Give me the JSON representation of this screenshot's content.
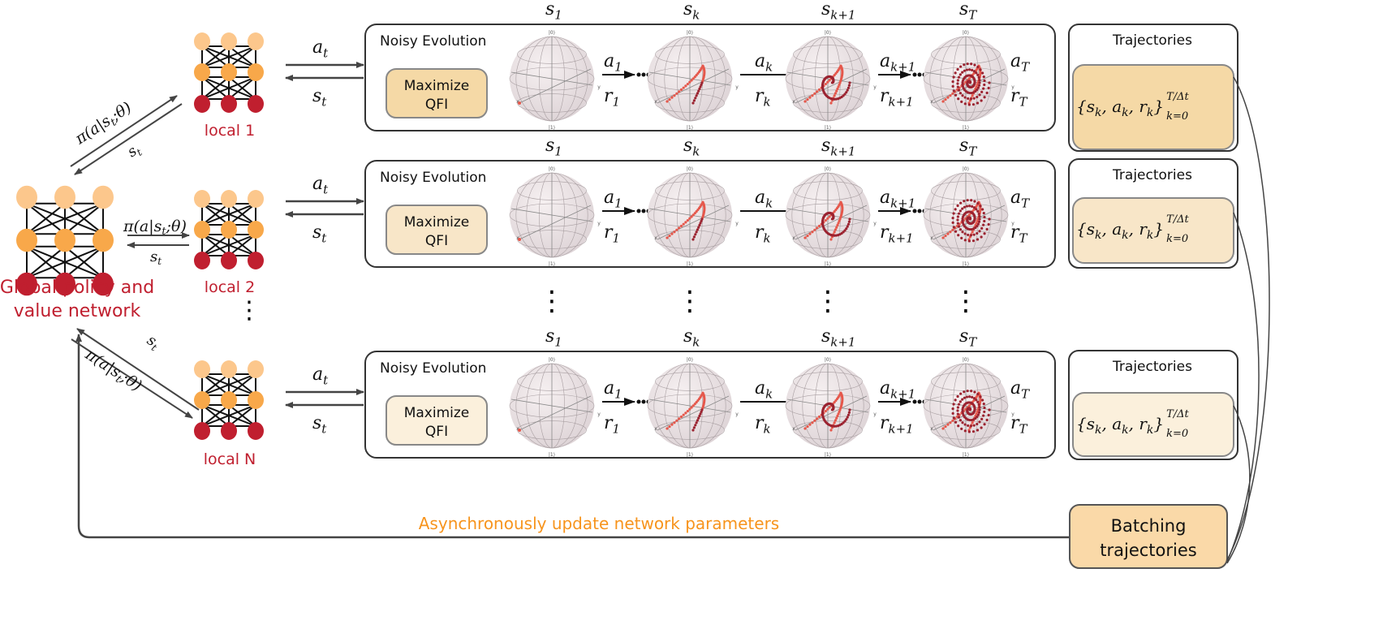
{
  "global_network": {
    "label_line1": "Global policy and",
    "label_line2": "value network"
  },
  "locals": [
    {
      "label": "local 1"
    },
    {
      "label": "local 2"
    },
    {
      "label": "local N"
    }
  ],
  "edge_labels": {
    "policy": "π(a|s",
    "policy_sub": "t",
    "policy_end": ";θ)",
    "state": "s",
    "state_sub": "t",
    "action": "a",
    "action_sub": "t"
  },
  "rows": [
    {
      "title": "Noisy Evolution",
      "button_line1": "Maximize",
      "button_line2": "QFI",
      "button_color": "#f5d9a6",
      "traj_color": "#f5d9a6"
    },
    {
      "title": "Noisy Evolution",
      "button_line1": "Maximize",
      "button_line2": "QFI",
      "button_color": "#f8e6c8",
      "traj_color": "#f8e6c8"
    },
    {
      "title": "Noisy Evolution",
      "button_line1": "Maximize",
      "button_line2": "QFI",
      "button_color": "#fbf0dc",
      "traj_color": "#fbf0dc"
    }
  ],
  "state_labels": [
    {
      "base": "s",
      "sub": "1"
    },
    {
      "base": "s",
      "sub": "k"
    },
    {
      "base": "s",
      "sub": "k+1"
    },
    {
      "base": "s",
      "sub": "T"
    }
  ],
  "transitions": [
    {
      "a": "a",
      "a_sub": "1",
      "r": "r",
      "r_sub": "1"
    },
    {
      "a": "a",
      "a_sub": "k",
      "r": "r",
      "r_sub": "k"
    },
    {
      "a": "a",
      "a_sub": "k+1",
      "r": "r",
      "r_sub": "k+1"
    },
    {
      "a": "a",
      "a_sub": "T",
      "r": "r",
      "r_sub": "T"
    }
  ],
  "sphere_labels": {
    "top": "|0⟩",
    "bottom": "|1⟩",
    "x": "x",
    "y": "y"
  },
  "trajectories": {
    "title": "Trajectories",
    "set": "{s",
    "k1": "k",
    "c1": ", a",
    "k2": "k",
    "c2": ", r",
    "k3": "k",
    "close": "}",
    "sup": "T/Δt",
    "sub": "k=0"
  },
  "batching": {
    "line1": "Batching",
    "line2": "trajectories",
    "color": "#fad9a8"
  },
  "update_label": "Asynchronously update network parameters",
  "ellipsis": "⋮",
  "colors": {
    "accent_red": "#c01f2f",
    "orange": "#f7941d",
    "node_light": "#fcc78c",
    "node_mid": "#f8a84a",
    "node_dark": "#c01f2f"
  }
}
